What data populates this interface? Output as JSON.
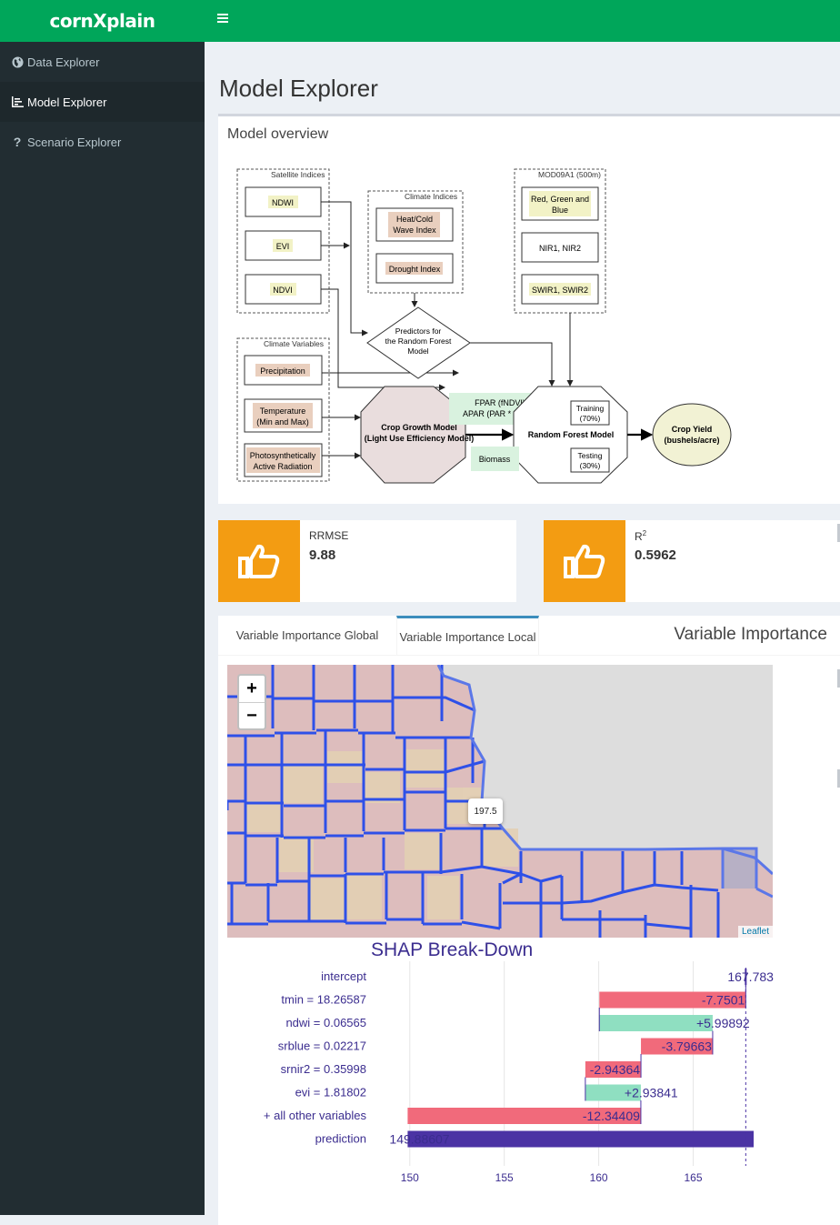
{
  "app": {
    "title": "cornXplain",
    "toggle_icon": "hamburger-icon"
  },
  "colors": {
    "header": "#00a65a",
    "sidebar": "#222d32",
    "info_icon_bg": "#f39c12",
    "shap_positive": "#f16a7b",
    "shap_negative": "#8fdfc1",
    "shap_prediction": "#4b33a4",
    "county_border": "#2e50e8"
  },
  "sidebar": {
    "items": [
      {
        "label": "Data Explorer",
        "icon": "globe-icon"
      },
      {
        "label": "Model Explorer",
        "icon": "bar-chart-icon",
        "active": true
      },
      {
        "label": "Scenario Explorer",
        "icon": "question-icon"
      }
    ]
  },
  "page": {
    "title": "Model Explorer"
  },
  "overview": {
    "title": "Model overview",
    "diagram": {
      "satellite_group": "Satellite Indices",
      "satellite": [
        "NDWI",
        "EVI",
        "NDVI"
      ],
      "climate_indices_group": "Climate Indices",
      "climate_indices": [
        "Heat/Cold Wave Index",
        "Drought Index"
      ],
      "modis_group": "MOD09A1 (500m)",
      "modis": [
        "Red, Green and Blue",
        "NIR1, NIR2",
        "SWIR1, SWIR2"
      ],
      "climate_vars_group": "Climate Variables",
      "climate_vars": [
        "Precipitation",
        "Temperature (Min and Max)",
        "Photosynthetically Active Radiation"
      ],
      "predictors": "Predictors for the Random Forest Model",
      "crop_growth": "Crop Growth Model (Light Use Efficiency Model)",
      "fpar": "FPAR (fNDVI) APAR (PAR * FPAR)",
      "biomass": "Biomass",
      "rf_model": "Random Forest Model",
      "training": "Training (70%)",
      "testing": "Testing (30%)",
      "yield": "Crop Yield (bushels/acre)"
    }
  },
  "metrics": [
    {
      "label": "RRMSE",
      "value": "9.88",
      "icon": "thumbs-up-icon"
    },
    {
      "label_main": "R",
      "label_sup": "2",
      "value": "0.5962",
      "icon": "thumbs-up-icon"
    }
  ],
  "tabs": {
    "items": [
      "Variable Importance Global",
      "Variable Importance Local"
    ],
    "active_index": 1,
    "title": "Variable Importance"
  },
  "map": {
    "zoom_in": "+",
    "zoom_out": "−",
    "popup": "197.5",
    "attribution": "Leaflet"
  },
  "chart_data": {
    "type": "bar",
    "title": "SHAP Break-Down",
    "categories": [
      "intercept",
      "tmin = 18.26587",
      "ndwi = 0.06565",
      "srblue = 0.02217",
      "srnir2 = 0.35998",
      "evi = 1.81802",
      "+ all other variables",
      "prediction"
    ],
    "values": [
      167.783,
      -7.7501,
      5.99892,
      -3.79663,
      -2.94364,
      2.93841,
      -12.34409,
      149.88607
    ],
    "labels": [
      "167.783",
      "-7.7501",
      "+5.99892",
      "-3.79663",
      "-2.94364",
      "+2.93841",
      "-12.34409",
      "149.88607"
    ],
    "xticks": [
      150,
      155,
      160,
      165
    ],
    "xlim": [
      149.0,
      168.2
    ],
    "grid": true
  }
}
